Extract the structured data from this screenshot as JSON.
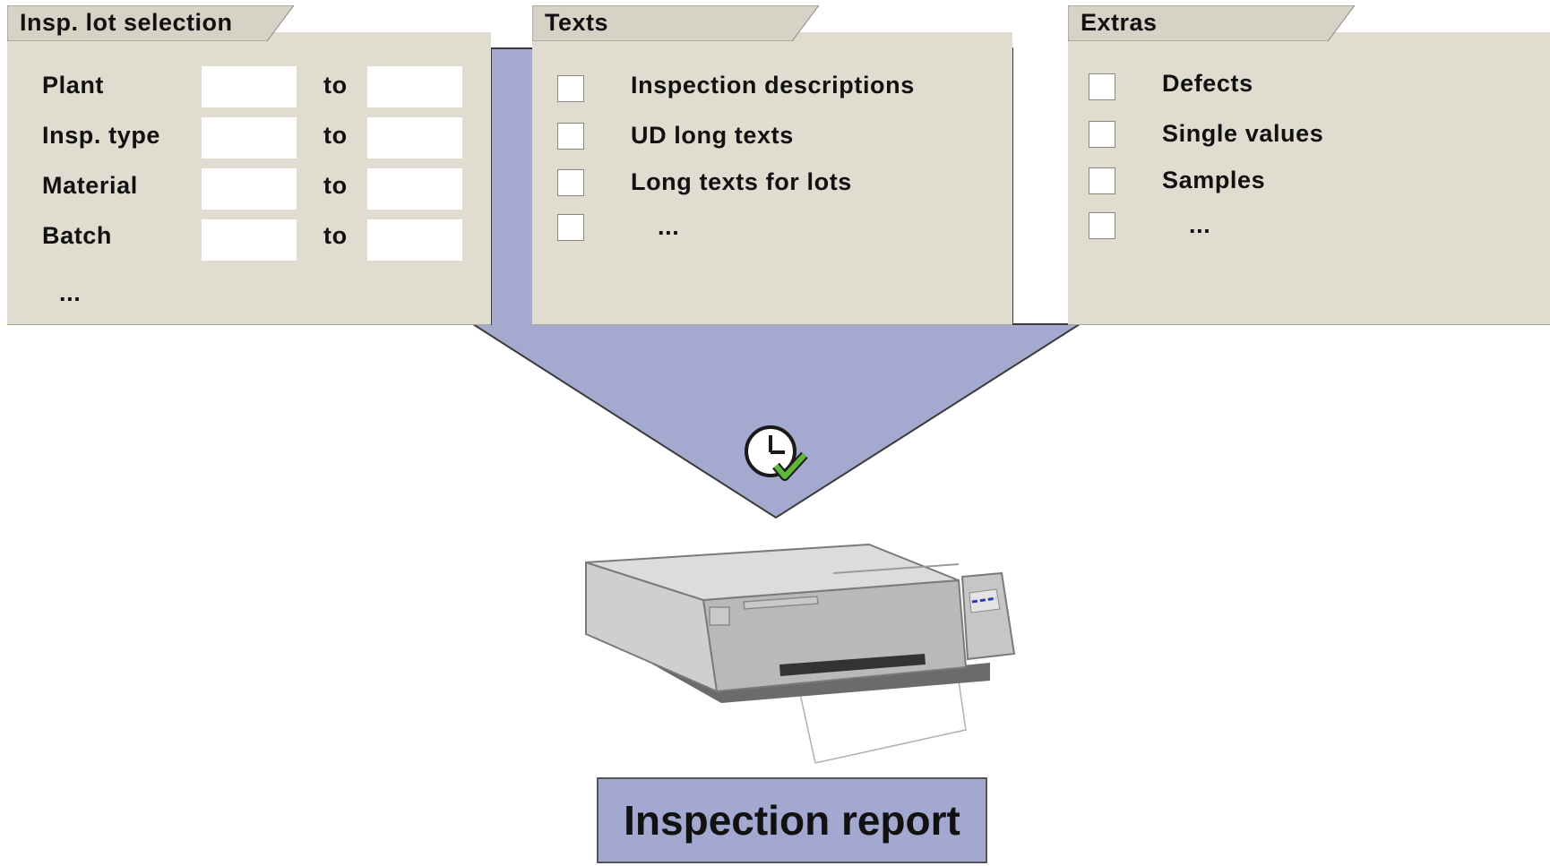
{
  "colors": {
    "panel": "#e0dccf",
    "funnel": "#a4aacf",
    "report": "#a2a8cf"
  },
  "selection": {
    "tab": "Insp. lot selection",
    "rows": [
      {
        "label": "Plant",
        "to": "to"
      },
      {
        "label": "Insp. type",
        "to": "to"
      },
      {
        "label": "Material",
        "to": "to"
      },
      {
        "label": "Batch",
        "to": "to"
      }
    ],
    "more": "..."
  },
  "texts": {
    "tab": "Texts",
    "items": [
      "Inspection descriptions",
      "UD long texts",
      "Long texts for lots",
      "..."
    ]
  },
  "extras": {
    "tab": "Extras",
    "items": [
      "Defects",
      "Single values",
      "Samples",
      "..."
    ]
  },
  "icons": {
    "job": "clock-check-icon",
    "printer": "printer-icon"
  },
  "report": {
    "label": "Inspection report"
  }
}
